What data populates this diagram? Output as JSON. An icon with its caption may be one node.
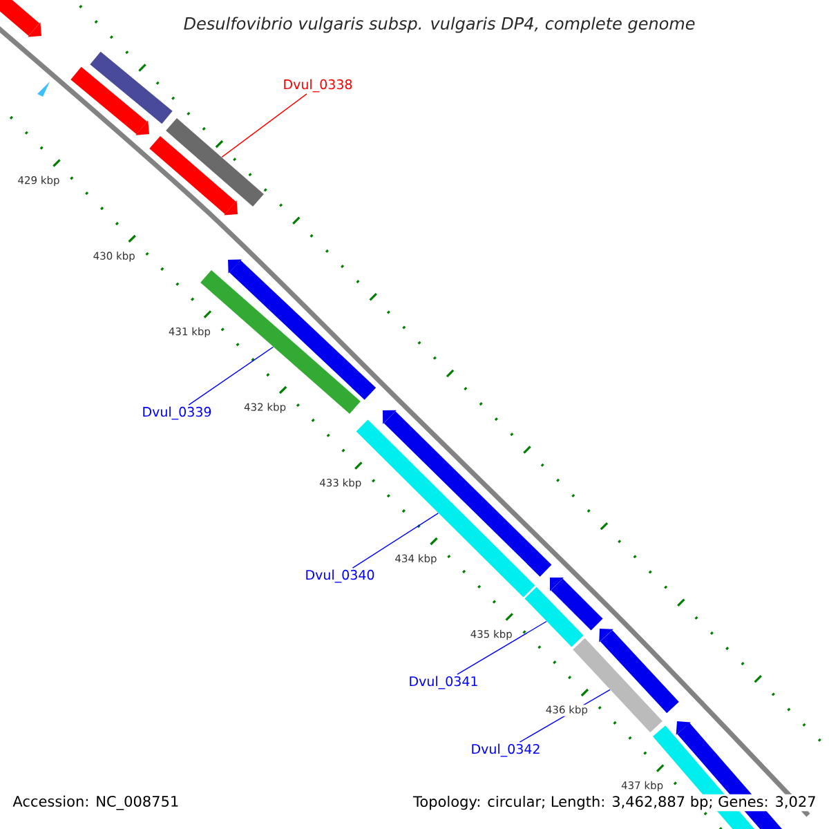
{
  "diagram": {
    "title": "Desulfovibrio vulgaris subsp. vulgaris DP4, complete genome",
    "nodes": [
      {
        "text": [
          "Dvul_0338"
        ]
      },
      {
        "text": [
          "Dvul_0339"
        ]
      },
      {
        "text": [
          "Dvul_0340"
        ]
      },
      {
        "text": [
          "Dvul_0341"
        ]
      },
      {
        "text": [
          "Dvul_0342"
        ]
      },
      {
        "text": [],
        "shape": "bar"
      },
      {
        "text": [],
        "shape": "bar"
      },
      {
        "text": [],
        "shape": "bar"
      },
      {
        "text": [],
        "shape": "bar"
      },
      {
        "text": [],
        "shape": "bar"
      },
      {
        "text": [],
        "shape": "bar"
      },
      {
        "text": [],
        "shape": "bar"
      },
      {
        "text": [],
        "shape": "bar"
      },
      {
        "text": [],
        "shape": "bar"
      },
      {
        "text": [],
        "shape": "bar"
      },
      {
        "text": [],
        "shape": "bar"
      },
      {
        "text": [],
        "shape": "bar"
      },
      {
        "text": [],
        "shape": "bar"
      },
      {
        "text": [],
        "shape": "bar"
      },
      {
        "text": [],
        "shape": "bar"
      }
    ],
    "edges": [
      {
        "from": 0,
        "to": 8,
        "arrow": "none",
        "color": "#ff0000"
      },
      {
        "from": 1,
        "to": 11,
        "arrow": "none"
      },
      {
        "from": 2,
        "to": 13,
        "arrow": "none"
      },
      {
        "from": 3,
        "to": 14,
        "arrow": "none"
      },
      {
        "from": 4,
        "to": 17,
        "arrow": "none"
      }
    ],
    "labels": [
      "429 kbp",
      "430 kbp",
      "431 kbp",
      "432 kbp",
      "433 kbp",
      "434 kbp",
      "435 kbp",
      "436 kbp",
      "437 kbp",
      "Accession: NC_008751",
      "Topology: circular; Length: 3,462,887 bp; Genes: 3,027"
    ]
  }
}
